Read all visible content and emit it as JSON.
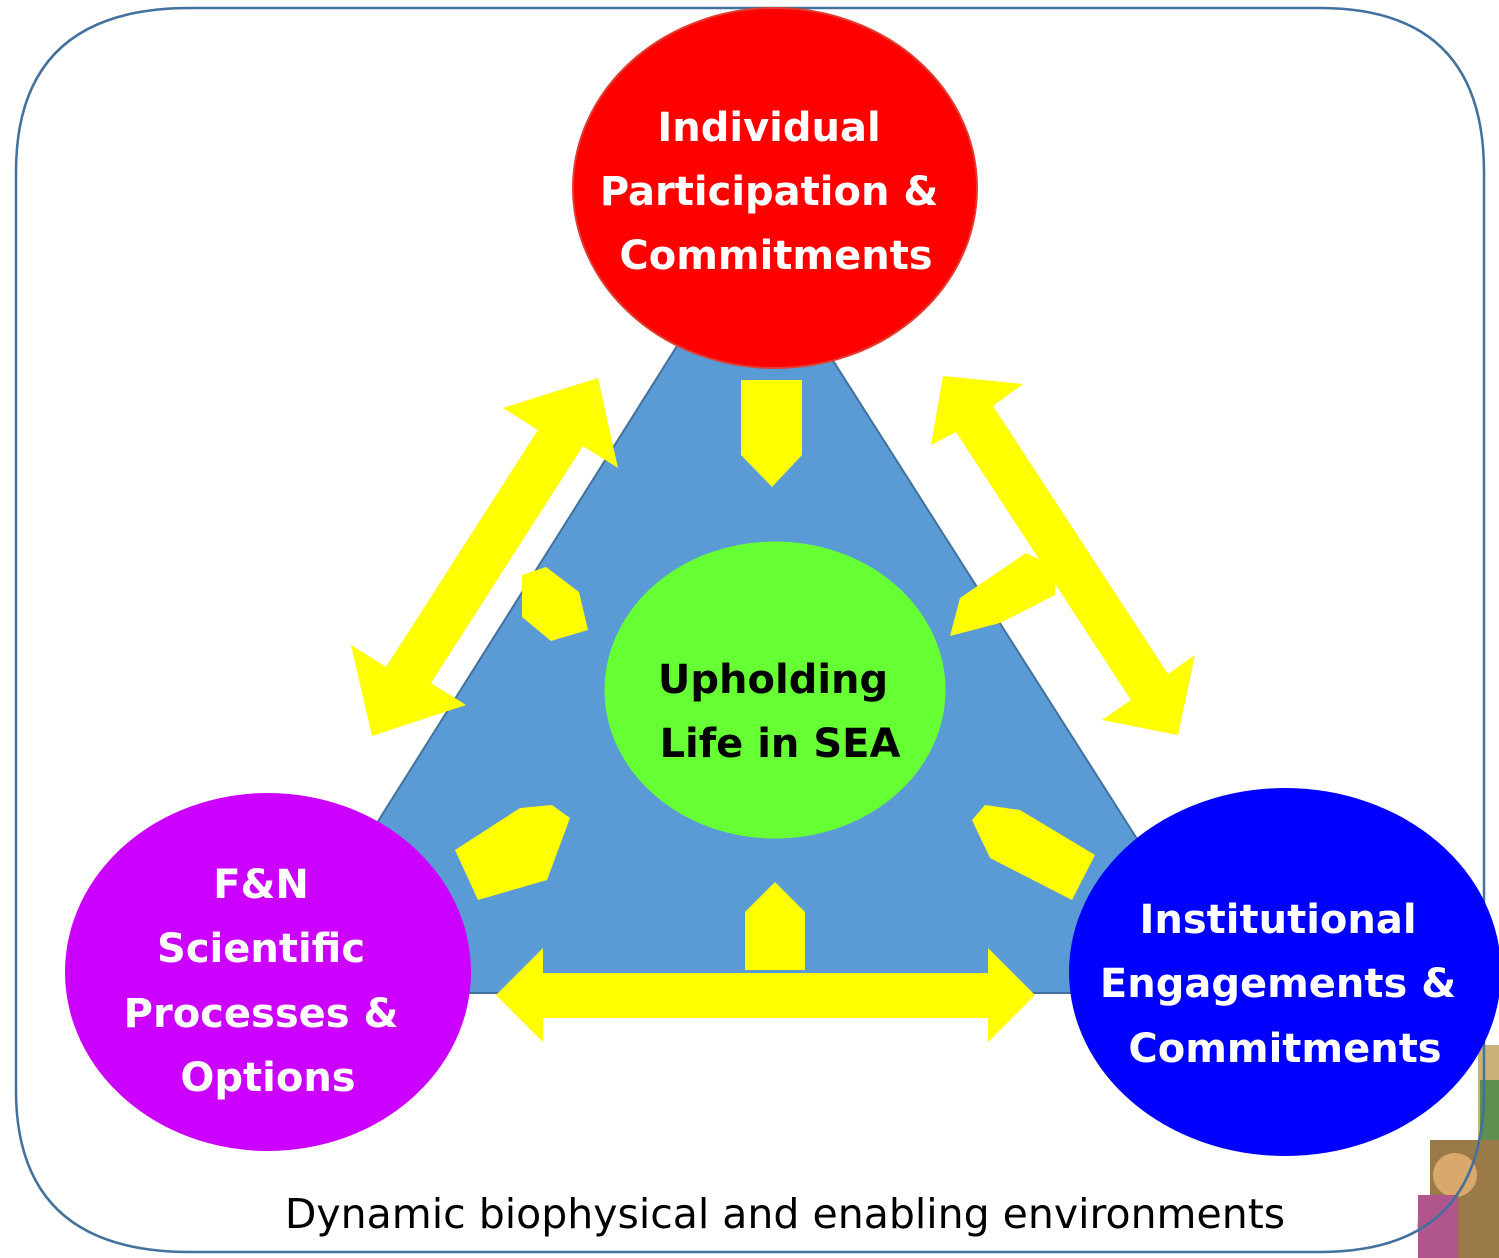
{
  "colors": {
    "frame_stroke": "#41719c",
    "triangle_fill": "#5b9bd5",
    "arrow_fill": "#ffff00",
    "top_circle": "#ff0000",
    "center_circle": "#66ff33",
    "left_circle": "#cc00ff",
    "right_circle": "#0000ff",
    "light_text": "#ffffff",
    "dark_text": "#000000"
  },
  "nodes": {
    "top": {
      "lines": [
        "Individual",
        "Participation &",
        "Commitments"
      ]
    },
    "center": {
      "lines": [
        "Upholding",
        "Life in SEA"
      ]
    },
    "left": {
      "lines": [
        "F&N",
        "Scientific",
        "Processes &",
        "Options"
      ]
    },
    "right": {
      "lines": [
        "Institutional",
        "Engagements &",
        "Commitments"
      ]
    }
  },
  "caption": "Dynamic biophysical and enabling environments",
  "photo_icon": "people-photo-fragment"
}
